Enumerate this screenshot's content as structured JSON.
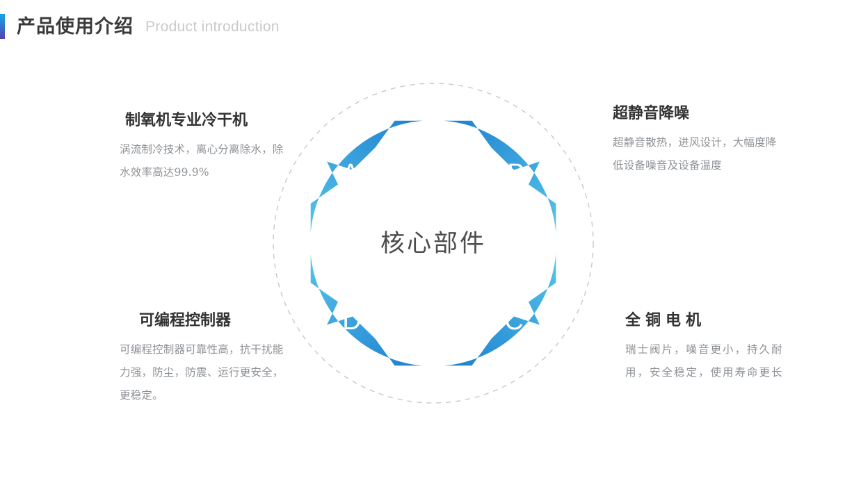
{
  "header": {
    "title_cn": "产品使用介绍",
    "title_en": "Product introduction",
    "accent_top_color": "#18a3e8",
    "accent_bottom_color": "#5b3fa8"
  },
  "diagram": {
    "center_label": "核心部件",
    "dashed_circle_color": "#c8c8c8",
    "gradient_dark": "#1d7fcf",
    "gradient_light": "#55c4e9",
    "segments": [
      {
        "key": "A",
        "label": "A",
        "position": "top-left"
      },
      {
        "key": "B",
        "label": "B",
        "position": "top-right"
      },
      {
        "key": "C",
        "label": "C",
        "position": "bottom-right"
      },
      {
        "key": "D",
        "label": "D",
        "position": "bottom-left"
      }
    ]
  },
  "features": [
    {
      "key": "A",
      "title": "制氧机专业冷干机",
      "body": "涡流制冷技术，离心分离除水，除水效率高达99.9%"
    },
    {
      "key": "B",
      "title": "超静音降噪",
      "body": "超静音散热，进风设计，大幅度降低设备噪音及设备温度"
    },
    {
      "key": "C",
      "title": "全铜电机",
      "body": "瑞士阀片，噪音更小，持久耐用，安全稳定，使用寿命更长"
    },
    {
      "key": "D",
      "title": "可编程控制器",
      "body": "可编程控制器可靠性高，抗干扰能力强，防尘，防震、运行更安全，更稳定。"
    }
  ]
}
